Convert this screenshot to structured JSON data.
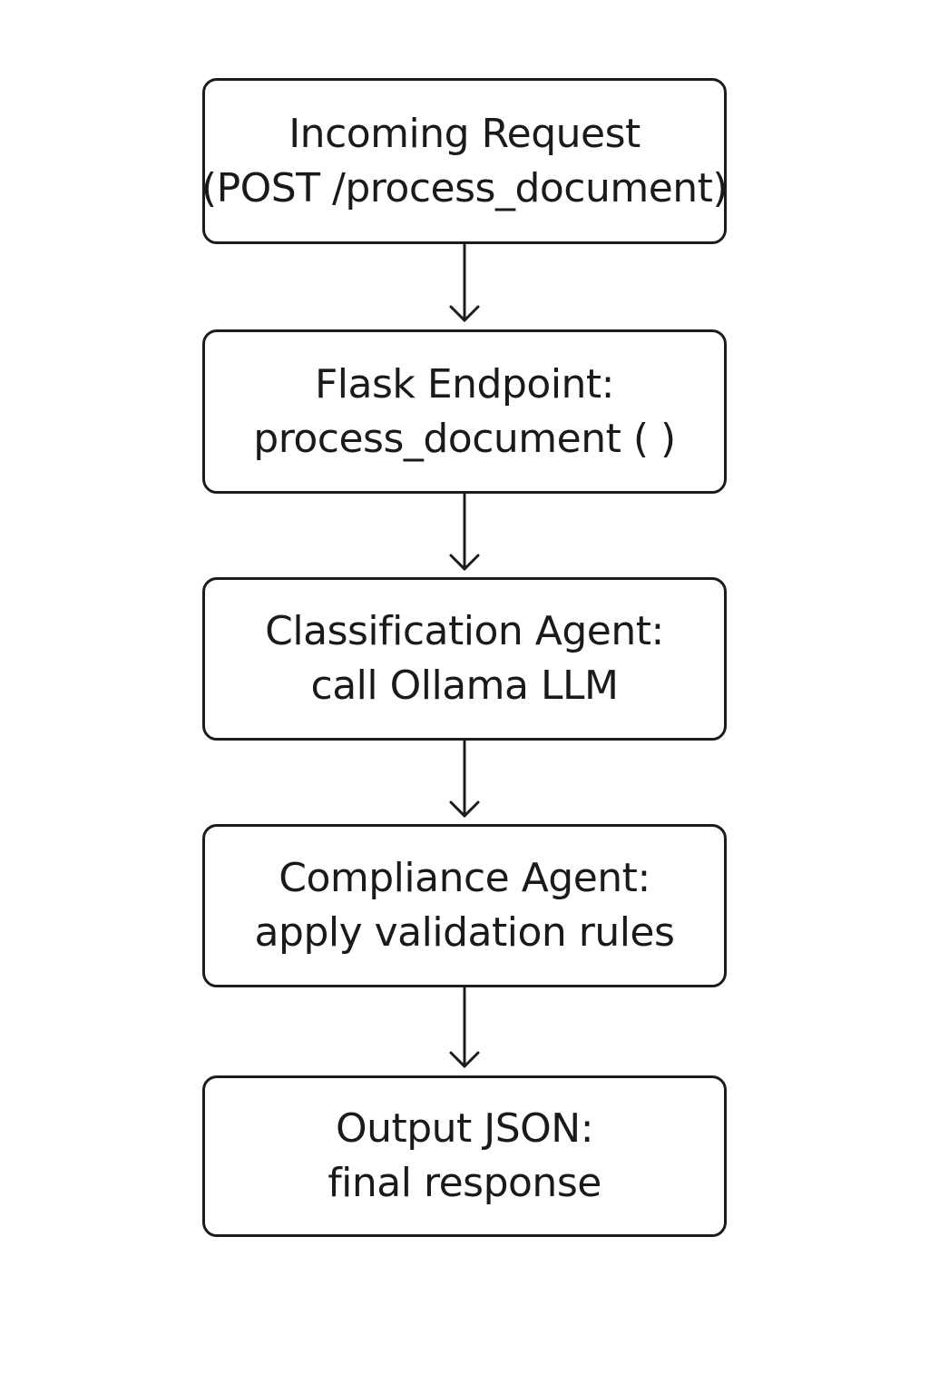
{
  "nodes": [
    {
      "line1": "Incoming Request",
      "line2": "(POST /process_document)"
    },
    {
      "line1": "Flask Endpoint:",
      "line2": "process_document ( )"
    },
    {
      "line1": "Classification Agent:",
      "line2": "call Ollama LLM"
    },
    {
      "line1": "Compliance Agent:",
      "line2": "apply validation rules"
    },
    {
      "line1": "Output JSON:",
      "line2": "final response"
    }
  ],
  "colors": {
    "stroke": "#1c1c1c",
    "text": "#1a1a1a",
    "background": "#ffffff"
  }
}
